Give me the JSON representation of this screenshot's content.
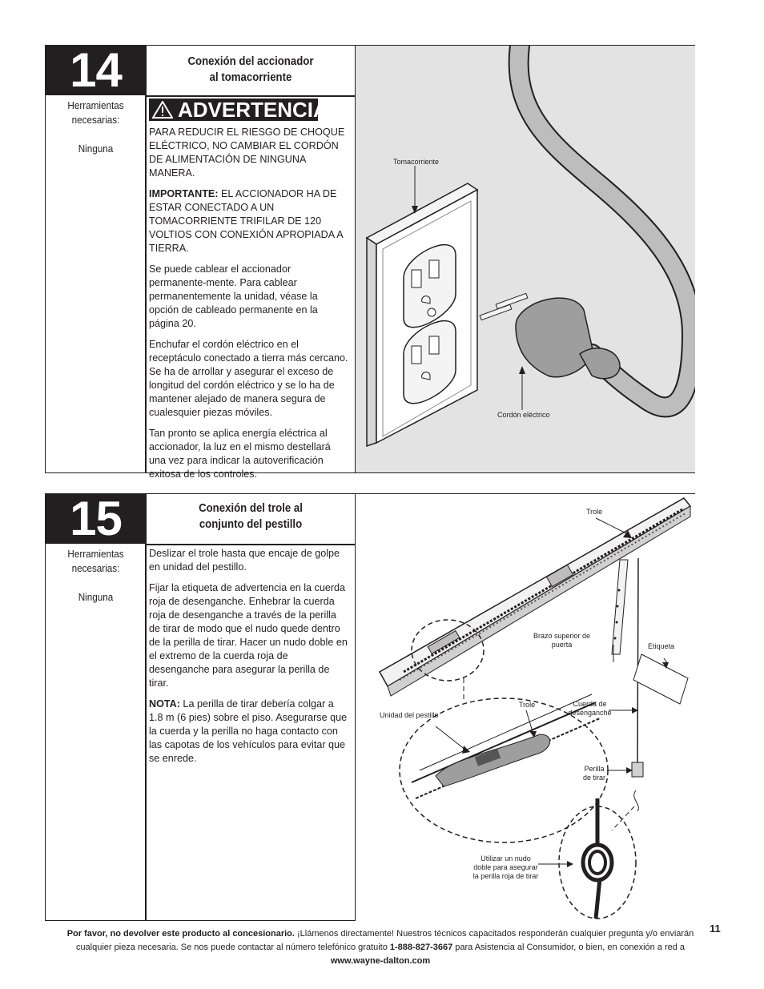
{
  "step14": {
    "number": "14",
    "title_line1": "Conexión del accionador",
    "title_line2": "al tomacorriente",
    "tools_label_line1": "Herramientas",
    "tools_label_line2": "necesarias:",
    "tools_value": "Ninguna",
    "warning_heading": "ADVERTENCIA",
    "warning_text": "PARA REDUCIR EL RIESGO DE CHOQUE ELÉCTRICO, NO CAMBIAR EL CORDÓN DE ALIMENTACIÓN DE NINGUNA MANERA.",
    "important_label": "IMPORTANTE:",
    "important_text": " EL ACCIONADOR HA DE ESTAR CONECTADO A UN TOMACORRIENTE TRIFILAR DE 120 VOLTIOS CON CONEXIÓN APROPIADA A TIERRA.",
    "para1": "Se puede cablear el accionador permanente-mente. Para cablear permanentemente la unidad, véase la opción de cableado permanente en la página 20.",
    "para2": "Enchufar el cordón eléctrico en el receptáculo conectado a tierra más cercano. Se ha de arrollar y asegurar el exceso de longitud del cordón eléctrico y se lo ha de mantener alejado de manera segura de cualesquier piezas móviles.",
    "para3": "Tan pronto se aplica energía eléctrica al accionador, la luz en el mismo destellará una vez para indicar la autoverificación exitosa de los controles.",
    "label_outlet": "Tomacorriente",
    "label_cord": "Cordón eléctrico"
  },
  "step15": {
    "number": "15",
    "title_line1": "Conexión del trole al",
    "title_line2": "conjunto del pestillo",
    "tools_label_line1": "Herramientas",
    "tools_label_line2": "necesarias:",
    "tools_value": "Ninguna",
    "para1": "Deslizar el trole hasta que encaje de golpe en unidad del pestillo.",
    "para2": "Fijar la etiqueta de advertencia en la cuerda roja de desenganche. Enhebrar la cuerda roja de desenganche a través de la perilla de tirar de modo que el nudo quede dentro de la perilla de tirar. Hacer un nudo doble en el extremo de la cuerda roja de desenganche para asegurar la perilla de tirar.",
    "note_label": "NOTA:",
    "note_text": " La perilla de tirar debería colgar a 1.8 m (6 pies) sobre el piso. Asegurarse que la cuerda y la perilla no haga contacto con las capotas de los vehículos para evitar que se enrede.",
    "label_trole_top": "Trole",
    "label_arm_line1": "Brazo superior de",
    "label_arm_line2": "puerta",
    "label_tag": "Etiqueta",
    "label_latch": "Unidad del pestillo",
    "label_trole_mid": "Trole",
    "label_cord_line1": "Cuerda de",
    "label_cord_line2": "desenganche",
    "label_knob_line1": "Perilla",
    "label_knob_line2": "de tirar",
    "label_knot_line1": "Utilizar un nudo",
    "label_knot_line2": "doble para asegurar",
    "label_knot_line3": "la perilla roja de tirar"
  },
  "footer": {
    "bold_lead": "Por favor, no devolver este producto al concesionario.",
    "text1": " ¡Llámenos directamente! Nuestros técnicos capacitados responderán cualquier pregunta y/o enviarán cualquier pieza necesaria. Se nos puede contactar al número telefónico gratuito ",
    "phone": "1-888-827-3667",
    "text2": " para Asistencia al Consumidor, o bien, en conexión a red a ",
    "website": "www.wayne-dalton.com"
  },
  "page_number": "11"
}
